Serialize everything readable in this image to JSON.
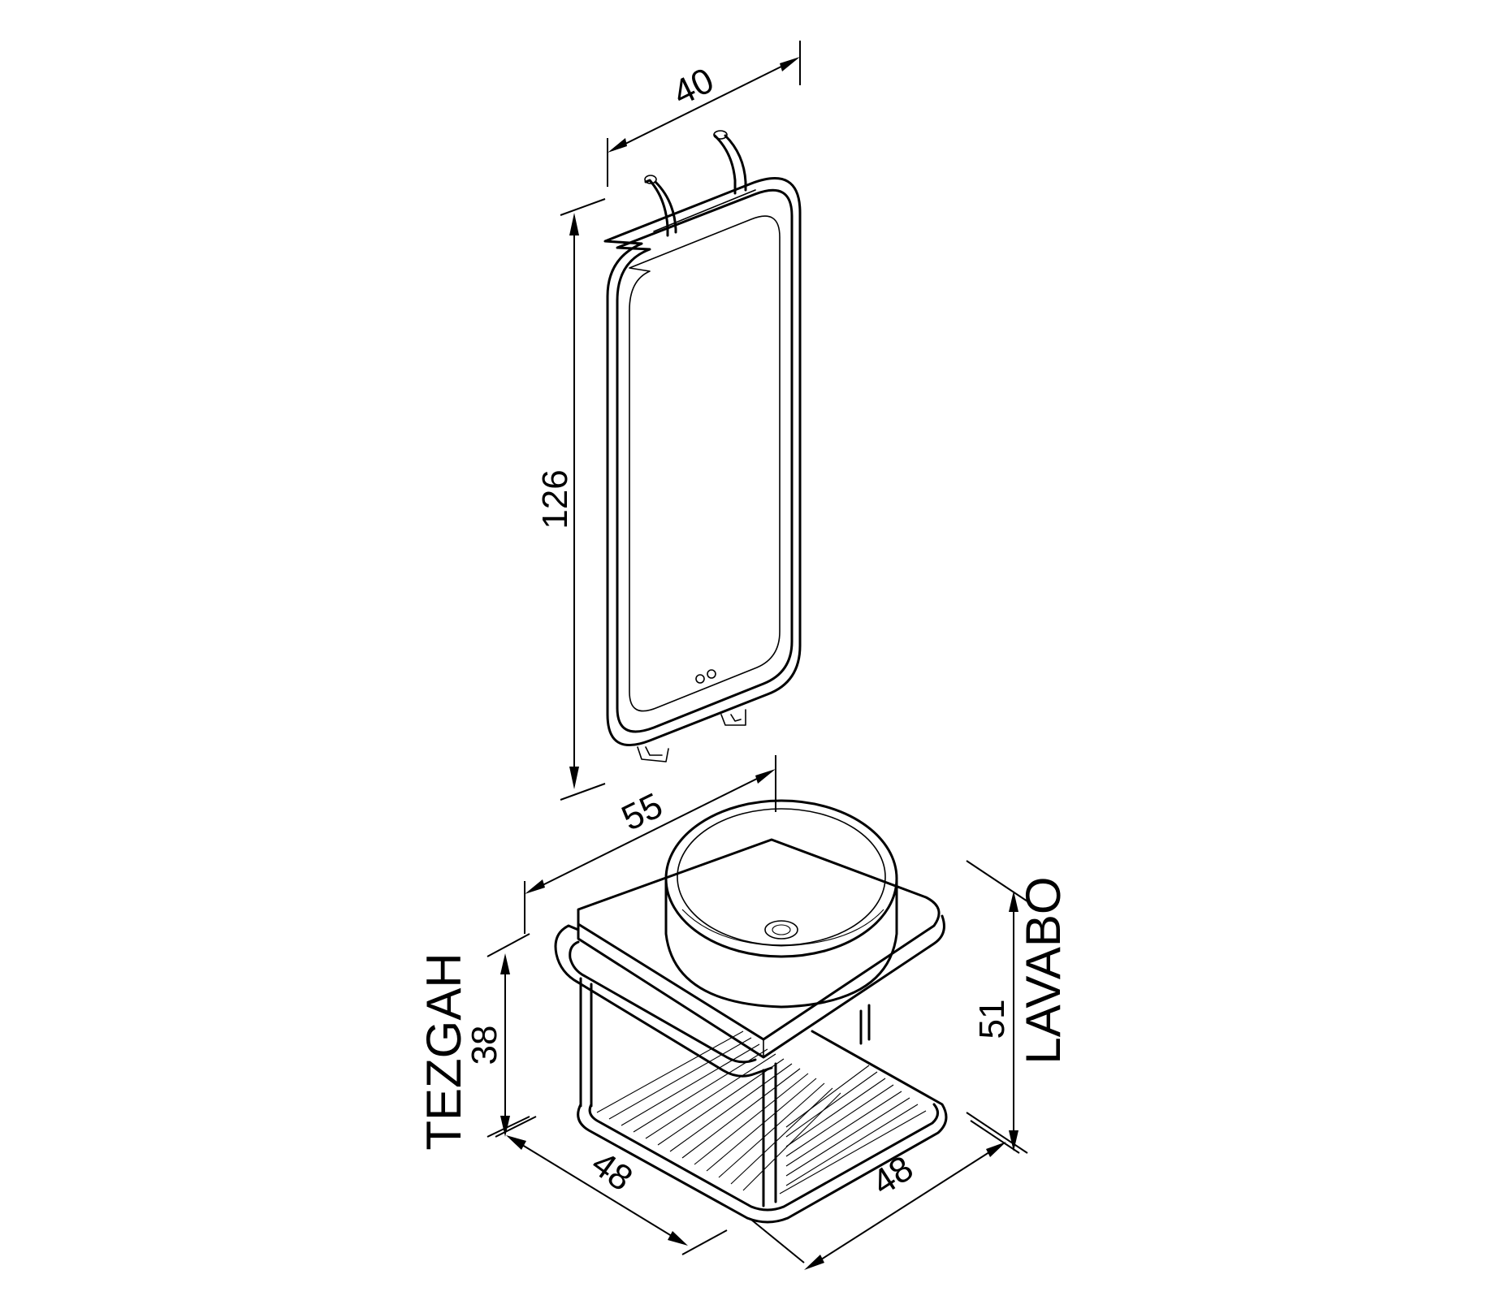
{
  "dimensions": {
    "mirror_width": "40",
    "mirror_height": "126",
    "top_width": "55",
    "counter_height": "38",
    "sink_height": "51",
    "depth_left": "48",
    "depth_right": "48"
  },
  "labels": {
    "counter": "TEZGAH",
    "sink": "LAVABO"
  }
}
